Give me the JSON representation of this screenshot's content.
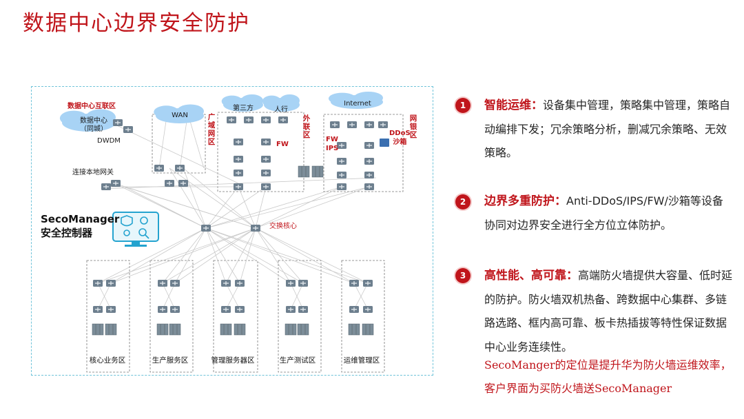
{
  "title": "数据中心边界安全防护",
  "diagram": {
    "labels": {
      "dc_interconnect": "数据中心互联区",
      "dc_same_city": "数据中心\n（同城）",
      "dwdm": "DWDM",
      "local_gateway": "连接本地网关",
      "wan": "WAN",
      "wide_area_zone": "广域网区",
      "third_party": "第三方",
      "peoples_bank": "人行",
      "external_zone": "外联区",
      "fw1": "FW",
      "internet": "Internet",
      "online_bank_zone": "网银区",
      "fw_ips": "FW\nIPS",
      "ddos_sandbox": "DDoS\n沙箱",
      "switch_core": "交换核心",
      "seco_line1": "SecoManager",
      "seco_line2": "安全控制器"
    },
    "zones": [
      "核心业务区",
      "生产服务区",
      "管理服务器区",
      "生产测试区",
      "运维管理区"
    ]
  },
  "points": [
    {
      "badge": "1",
      "heading": "智能运维：",
      "text": "设备集中管理，策略集中管理，策略自动编排下发；冗余策略分析，删减冗余策略、无效策略。"
    },
    {
      "badge": "2",
      "heading": "边界多重防护：",
      "text_latin": "Anti-DDoS/IPS/FW/",
      "text": "沙箱等设备协同对边界安全进行全方位立体防护。"
    },
    {
      "badge": "3",
      "heading": "高性能、高可靠：",
      "text": "高端防火墙提供大容量、低时延的防护。防火墙双机热备、跨数据中心集群、多链路选路、框内高可靠、板卡热插拔等特性保证数据中心业务连续性。"
    }
  ],
  "note": "SecoManger的定位是提升华为防火墙运维效率，客户界面为买防火墙送SecoManager",
  "colors": {
    "accent": "#c0151b",
    "cloud": "#a8d3f5",
    "device": "#6d7f8e",
    "border": "#6ec3d9"
  },
  "icons": [
    "cloud-icon",
    "server-stack-icon",
    "network-switch-icon",
    "controller-monitor-icon",
    "shield-icon",
    "gear-icon",
    "search-icon"
  ]
}
